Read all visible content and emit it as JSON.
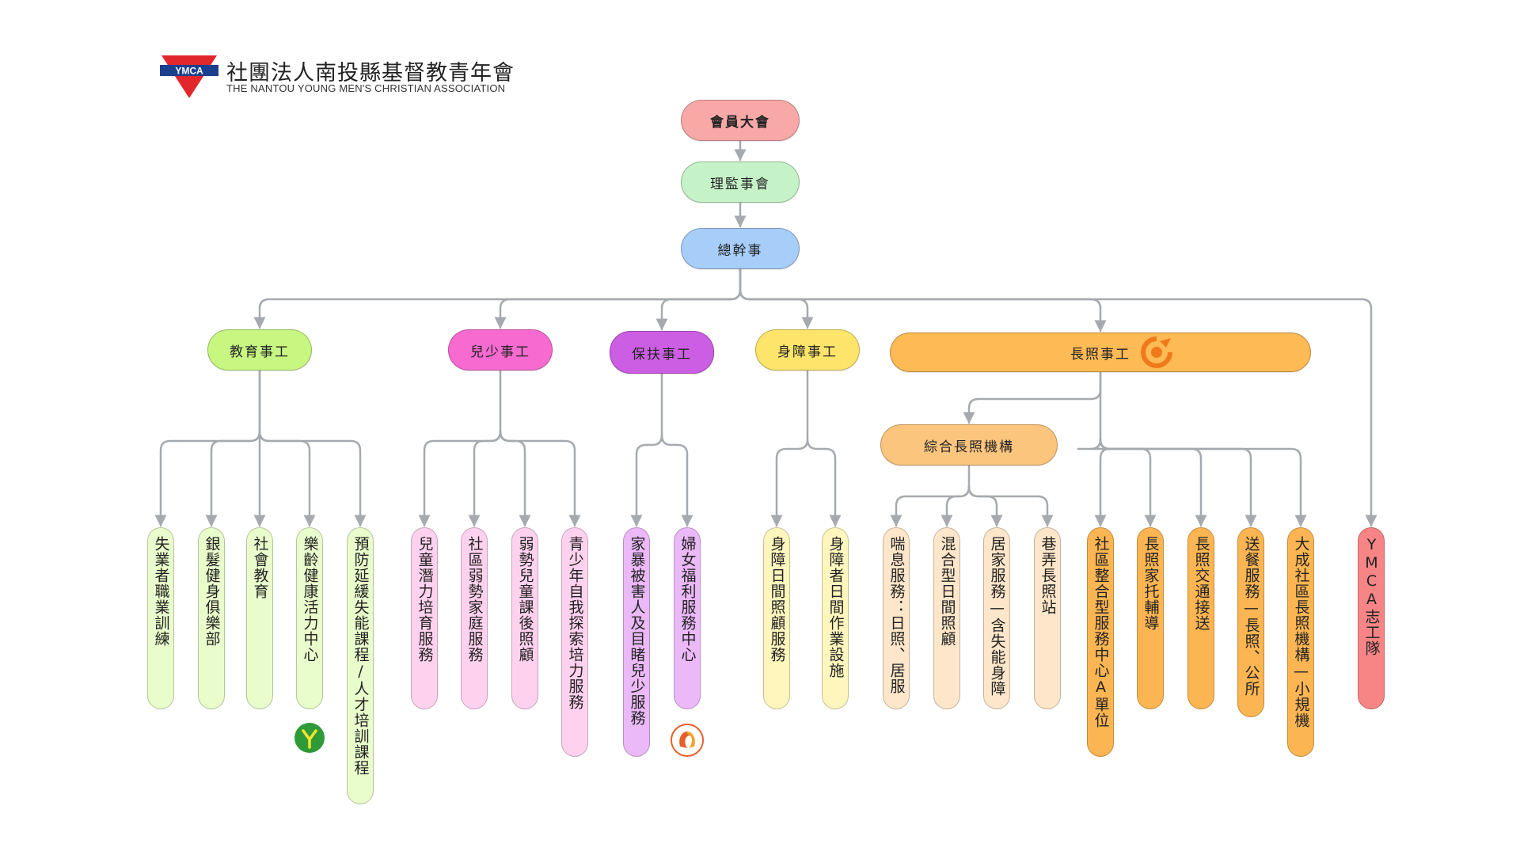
{
  "header": {
    "logo_text": "YMCA",
    "org_name_zh": "社團法人南投縣基督教青年會",
    "org_name_en": "THE NANTOU YOUNG MEN'S CHRISTIAN ASSOCIATION"
  },
  "colors": {
    "top": "#f9a8a8",
    "board": "#c6f2c8",
    "secretary": "#a7cdf9",
    "education": "#c8f781",
    "youth": "#f76bd1",
    "protection": "#cc5ee3",
    "disability": "#fde46a",
    "longterm": "#fdba55",
    "integrated": "#fcc57e",
    "education_item": "#e9fccb",
    "youth_item": "#fed2ef",
    "protection_item": "#ebb9f7",
    "disability_item": "#fef6bd",
    "integrated_item": "#fde6c9",
    "longterm_item": "#fbb552",
    "ymca_item": "#f78585",
    "line": "#a6aaae"
  },
  "nodes": {
    "general_assembly": "會員大會",
    "board": "理監事會",
    "secretary_general": "總幹事",
    "education": "教育事工",
    "youth": "兒少事工",
    "protection": "保扶事工",
    "disability": "身障事工",
    "longterm": "長照事工",
    "integrated": "綜合長照機構"
  },
  "items": {
    "education": [
      "失業者職業訓練",
      "銀髮健身俱樂部",
      "社會教育",
      "樂齡健康活力中心",
      "預防延緩失能課程/人才培訓課程"
    ],
    "youth": [
      "兒童潛力培育服務",
      "社區弱勢家庭服務",
      "弱勢兒童課後照顧",
      "青少年自我探索培力服務"
    ],
    "protection": [
      "家暴被害人及目睹兒少服務",
      "婦女福利服務中心"
    ],
    "disability": [
      "身障日間照顧服務",
      "身障者日間作業設施"
    ],
    "integrated": [
      "喘息服務：日照、居服",
      "混合型日間照顧",
      "居家服務—含失能身障",
      "巷弄長照站"
    ],
    "longterm": [
      "社區整合型服務中心A單位",
      "長照家托輔導",
      "長照交通接送",
      "送餐服務—長照、公所",
      "大成社區長照機構—小規機"
    ],
    "ymca": "YMCA志工隊"
  },
  "icons": {
    "longterm_badge": "longterm-care-logo-icon",
    "active_aging_badge": "active-aging-logo-icon",
    "women_center_badge": "women-center-logo-icon"
  }
}
